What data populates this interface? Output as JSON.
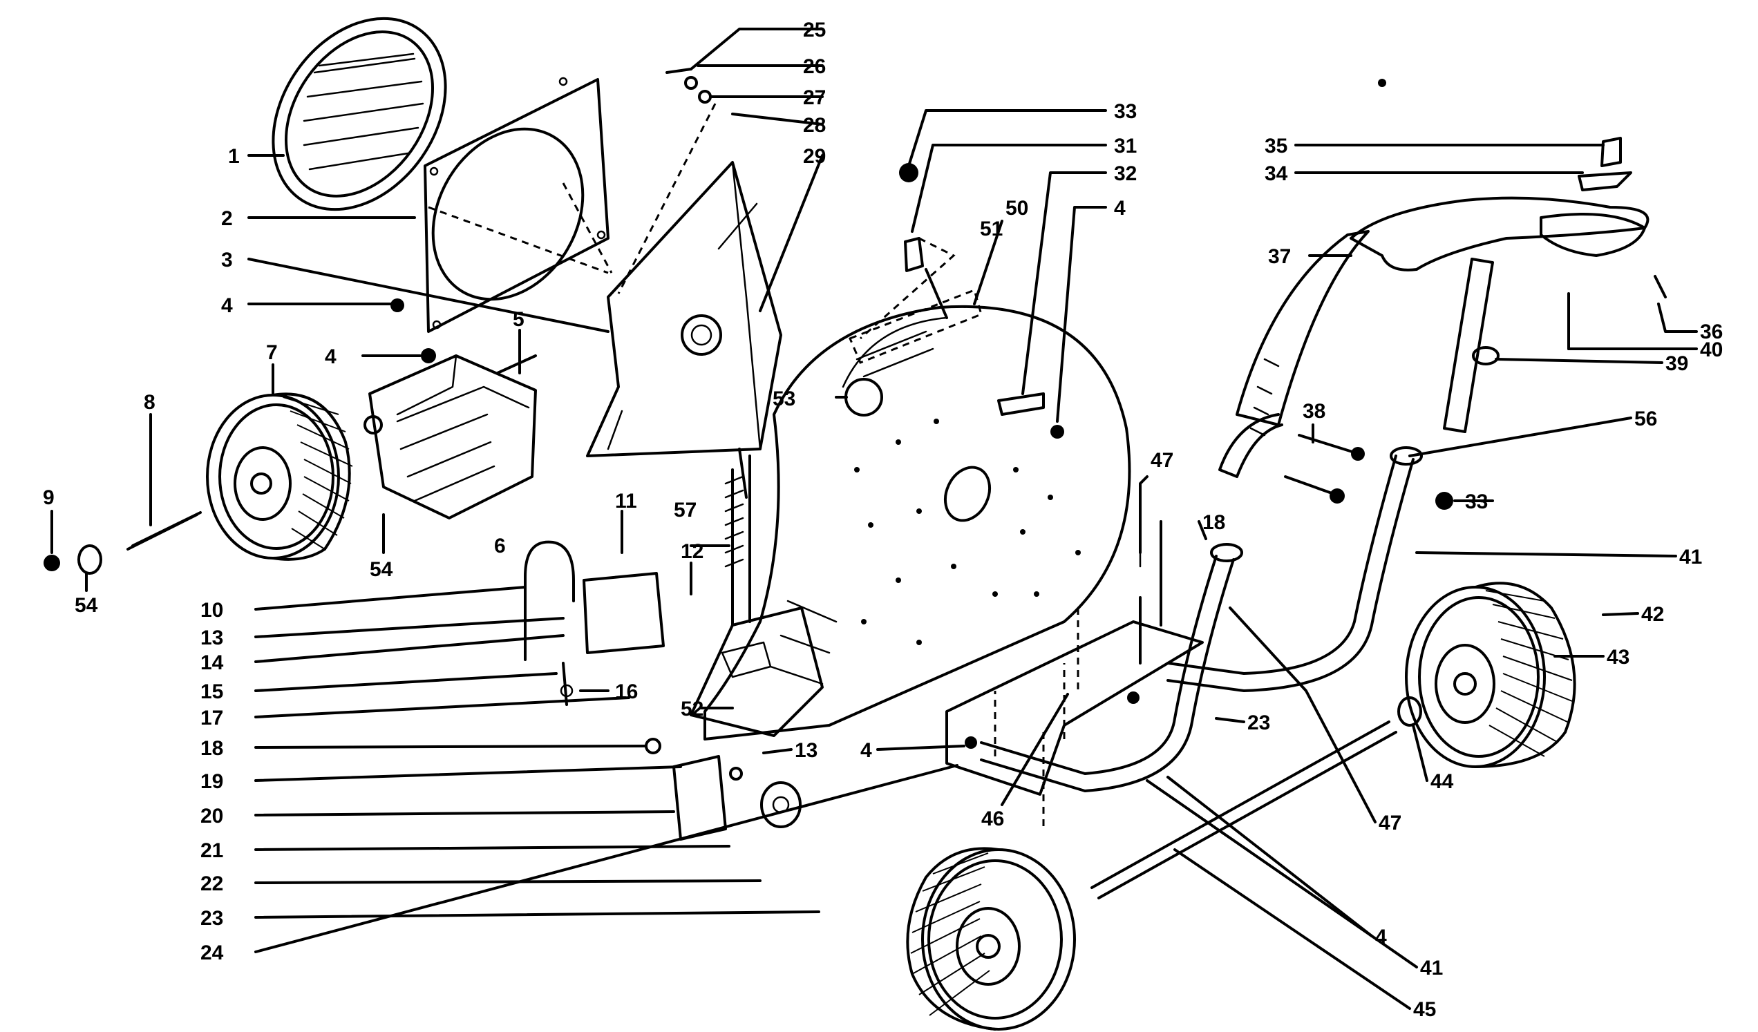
{
  "diagram": {
    "type": "exploded parts diagram",
    "labels": {
      "l1": "1",
      "l2": "2",
      "l3": "3",
      "l4a": "4",
      "l4b": "4",
      "l4c": "4",
      "l4d": "4",
      "l4e": "4",
      "l5": "5",
      "l6": "6",
      "l7": "7",
      "l8": "8",
      "l9": "9",
      "l10": "10",
      "l11": "11",
      "l12": "12",
      "l13a": "13",
      "l13b": "13",
      "l14": "14",
      "l15": "15",
      "l16": "16",
      "l17": "17",
      "l18a": "18",
      "l18b": "18",
      "l19": "19",
      "l20": "20",
      "l21": "21",
      "l22": "22",
      "l23a": "23",
      "l23b": "23",
      "l24": "24",
      "l25": "25",
      "l26": "26",
      "l27": "27",
      "l28": "28",
      "l29": "29",
      "l31": "31",
      "l32": "32",
      "l33a": "33",
      "l33b": "33",
      "l34": "34",
      "l35": "35",
      "l36": "36",
      "l37": "37",
      "l38": "38",
      "l39": "39",
      "l40": "40",
      "l41a": "41",
      "l41b": "41",
      "l42": "42",
      "l43": "43",
      "l44": "44",
      "l45": "45",
      "l46": "46",
      "l47a": "47",
      "l47b": "47",
      "l50": "50",
      "l51": "51",
      "l52": "52",
      "l53": "53",
      "l54a": "54",
      "l54b": "54",
      "l56": "56",
      "l57": "57"
    }
  }
}
